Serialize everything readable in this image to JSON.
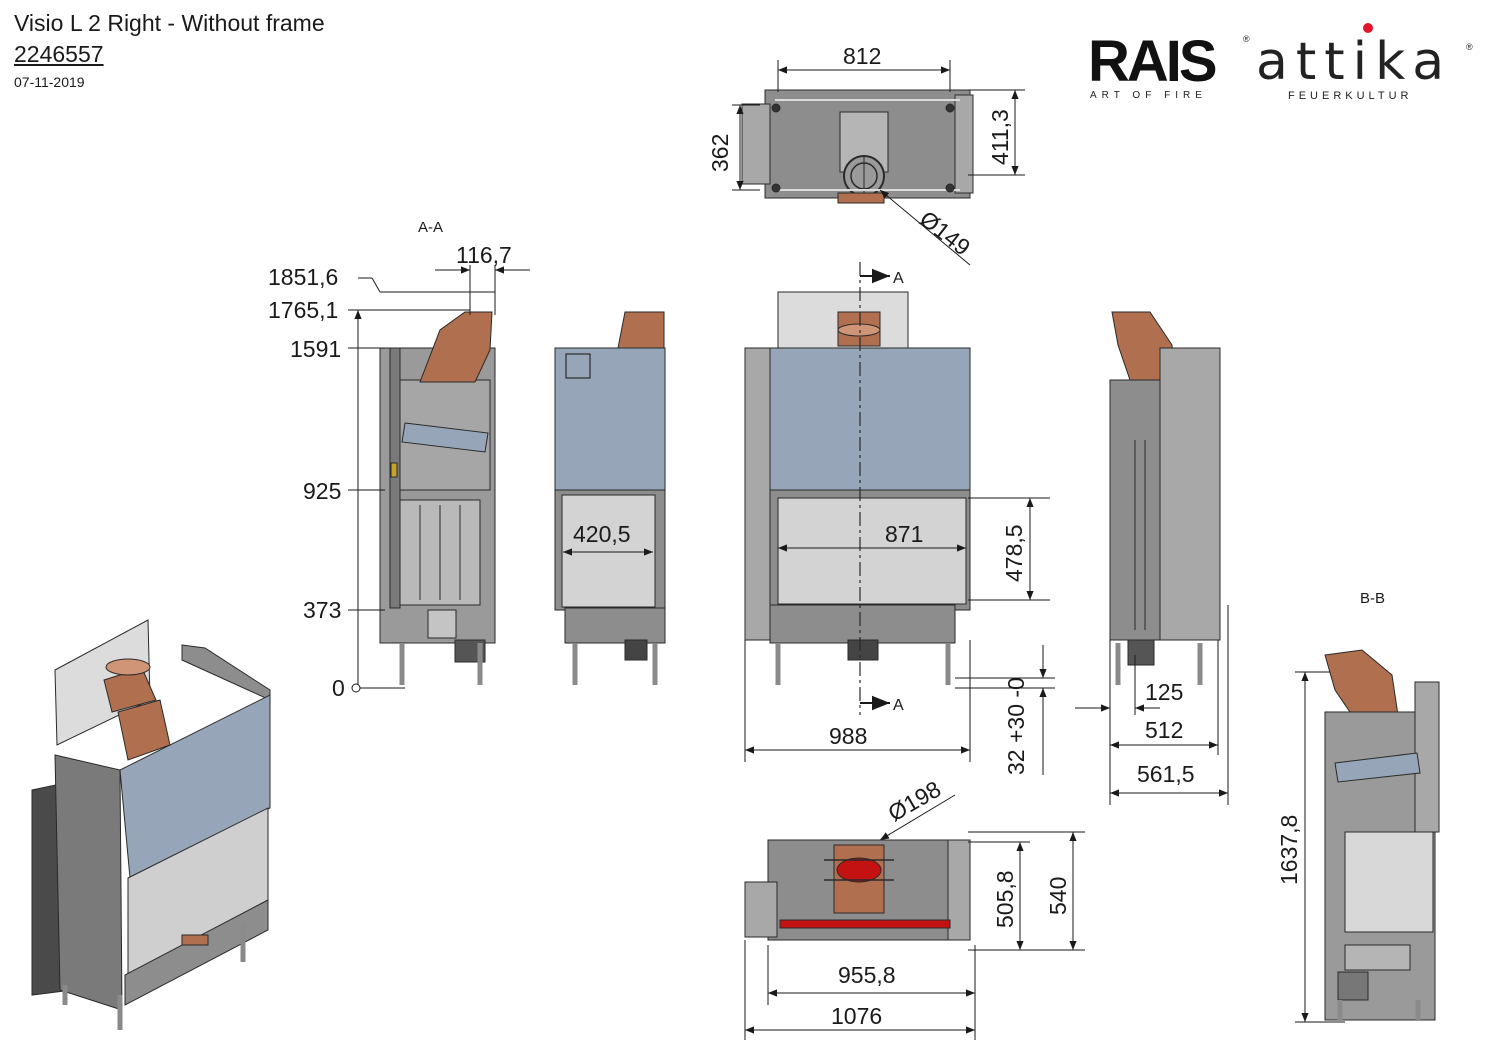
{
  "header": {
    "title": "Visio L 2 Right - Without frame",
    "article_number": "2246557",
    "date": "07-11-2019"
  },
  "brand": {
    "name_primary": "RAIS",
    "name_secondary": "attika",
    "tagline_primary": "ART OF FIRE",
    "tagline_secondary": "FEUERKULTUR",
    "accent_color": "#e0142a"
  },
  "views": {
    "section_aa_label": "A-A",
    "section_bb_label": "B-B",
    "cut_marker": "A"
  },
  "dimensions": {
    "top_width": "812",
    "top_depth_left": "362",
    "top_depth_right": "411,3",
    "top_flue_diameter": "Ø149",
    "height_total": "1851,6",
    "height_flue": "1765,1",
    "height_body": "1591",
    "height_door_top": "925",
    "height_door_bottom": "373",
    "height_zero": "0",
    "flue_offset": "116,7",
    "side_glass_width": "420,5",
    "front_glass_width": "871",
    "glass_height": "478,5",
    "front_width": "988",
    "leg_adjust": "32 +30 -0",
    "right_offset": "125",
    "right_depth_inner": "512",
    "right_depth_total": "561,5",
    "bottom_flue_diameter": "Ø198",
    "bottom_depth_inner": "505,8",
    "bottom_depth_total": "540",
    "bottom_width_inner": "955,8",
    "bottom_width_total": "1076",
    "bb_height": "1637,8"
  },
  "colors": {
    "steel": "#8d8d8d",
    "steel_light": "#a8a8a8",
    "steel_dark": "#5d5d5d",
    "glass_blue": "#96a6b8",
    "glass_grey": "#d3d3d3",
    "copper": "#b06f4f",
    "copper_light": "#d09476",
    "firebox_red": "#c41212"
  }
}
